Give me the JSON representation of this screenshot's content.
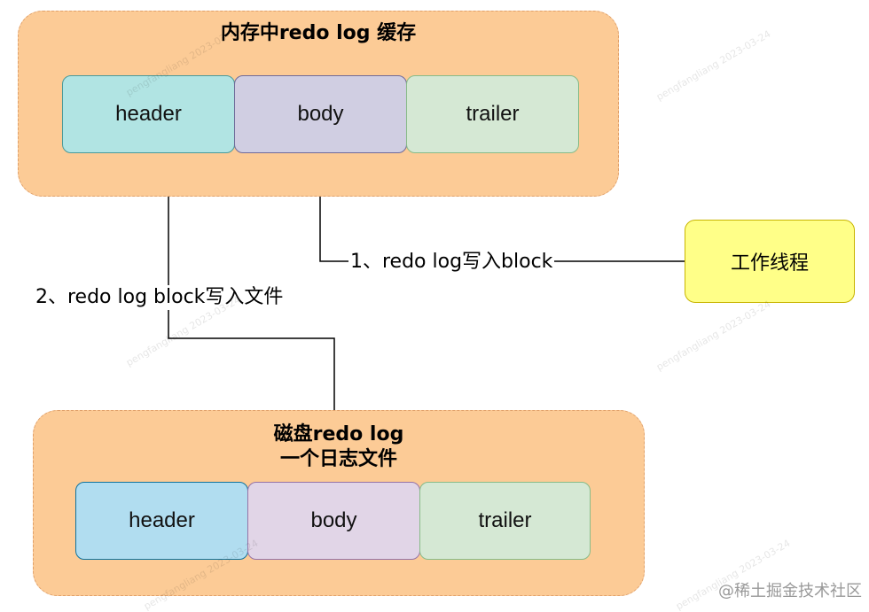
{
  "memory_cache": {
    "title": "内存中redo log 缓存",
    "blocks": [
      {
        "label": "header",
        "color": "#b1e4e3"
      },
      {
        "label": "body",
        "color": "#d0cee2"
      },
      {
        "label": "trailer",
        "color": "#d5e8d4"
      }
    ],
    "panel_color": "#fccb96"
  },
  "disk": {
    "title_line1": "磁盘redo log",
    "title_line2": "一个日志文件",
    "blocks": [
      {
        "label": "header",
        "color": "#b1ddf0"
      },
      {
        "label": "body",
        "color": "#e1d5e7"
      },
      {
        "label": "trailer",
        "color": "#d5e8d4"
      }
    ],
    "panel_color": "#fccb96"
  },
  "worker_thread": {
    "label": "工作线程",
    "color": "#ffff88"
  },
  "edges": {
    "write_block": "1、redo log写入block",
    "write_file": "2、redo log block写入文件"
  },
  "watermark": "pengfangliang 2023-03-24",
  "corner_watermark": "@稀土掘金技术社区"
}
